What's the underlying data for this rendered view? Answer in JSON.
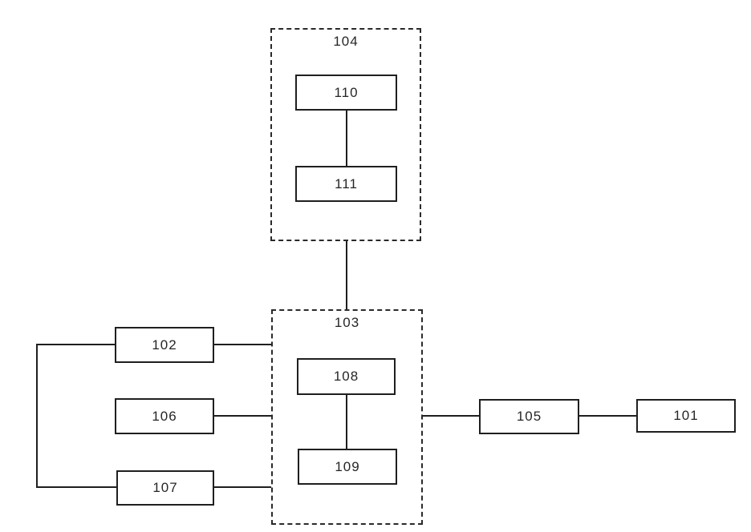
{
  "figure": {
    "kind": "block-diagram",
    "background_color": "#ffffff",
    "line_color": "#1f1f1f",
    "blocks": {
      "b101": "101",
      "b102": "102",
      "b103": "103",
      "b104": "104",
      "b105": "105",
      "b106": "106",
      "b107": "107",
      "b108": "108",
      "b109": "109",
      "b110": "110",
      "b111": "111"
    },
    "containers": [
      {
        "id": "104",
        "border": "dashed",
        "children": [
          "110",
          "111"
        ]
      },
      {
        "id": "103",
        "border": "dashed",
        "children": [
          "108",
          "109"
        ]
      }
    ],
    "edges": [
      {
        "from": "110",
        "to": "111"
      },
      {
        "from": "104",
        "to": "103"
      },
      {
        "from": "108",
        "to": "109"
      },
      {
        "from": "102",
        "to": "103"
      },
      {
        "from": "106",
        "to": "103"
      },
      {
        "from": "107",
        "to": "103"
      },
      {
        "from": "102",
        "to": "107",
        "via": "left-bracket"
      },
      {
        "from": "103",
        "to": "105"
      },
      {
        "from": "105",
        "to": "101"
      }
    ]
  }
}
